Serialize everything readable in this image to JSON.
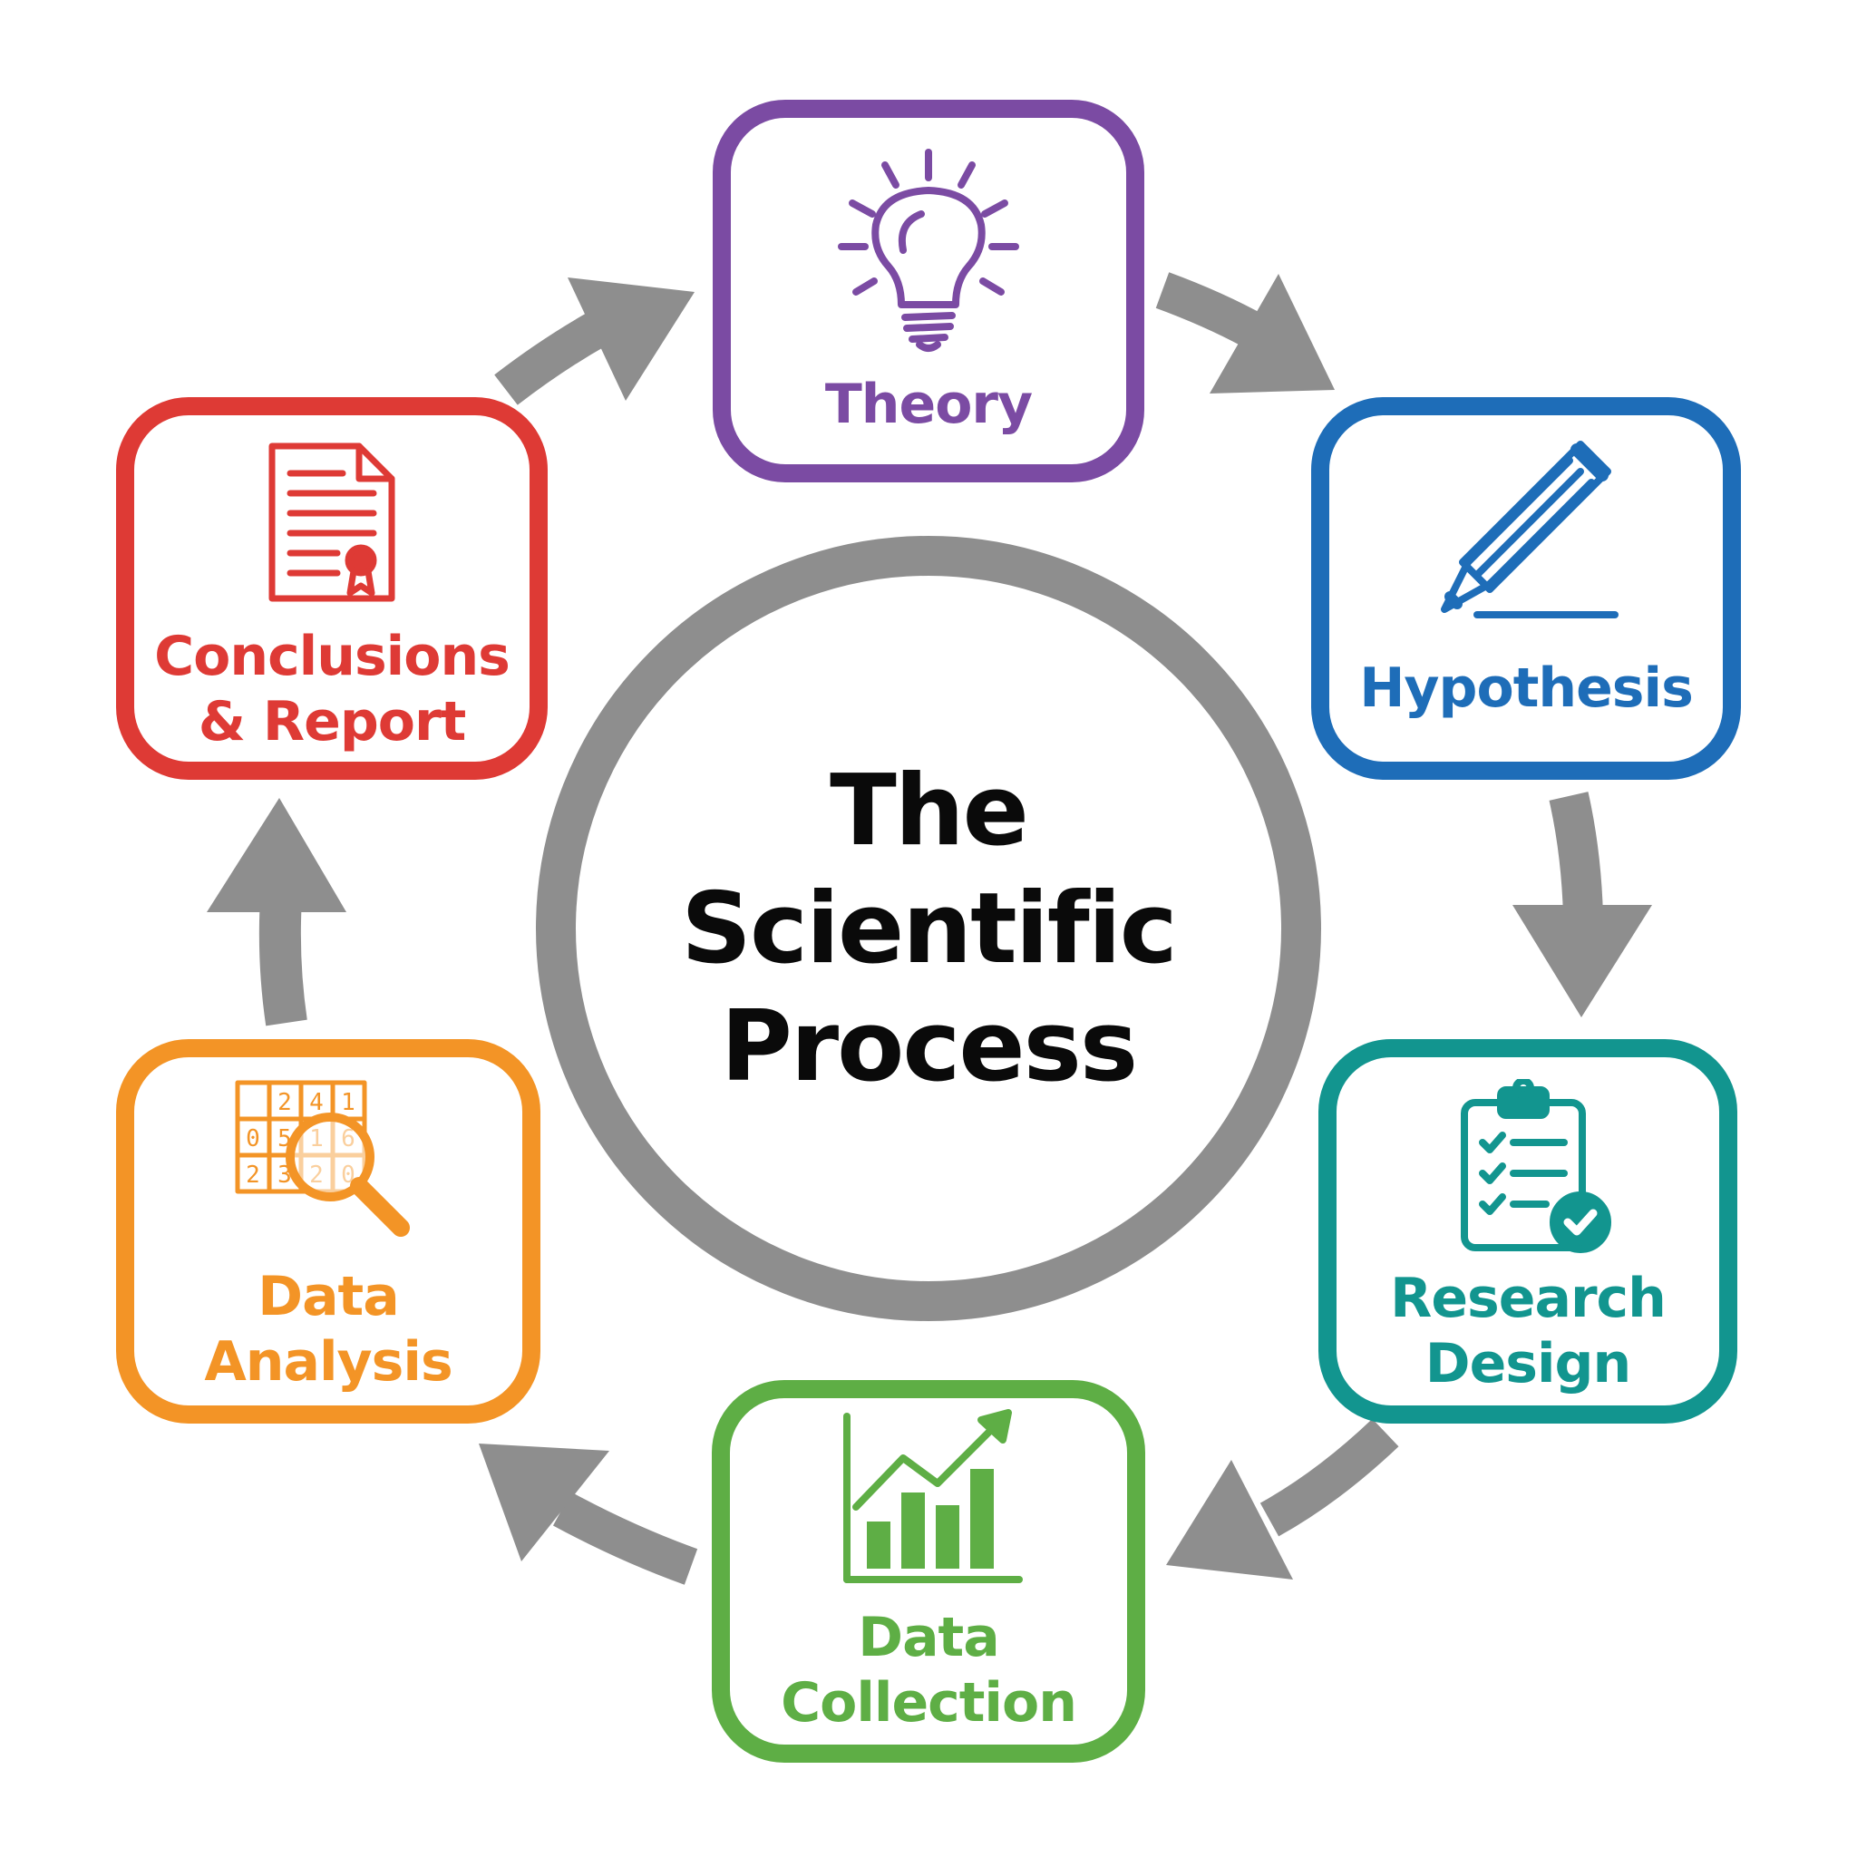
{
  "center": {
    "title_line1": "The",
    "title_line2": "Scientific",
    "title_line3": "Process"
  },
  "steps": [
    {
      "id": "theory",
      "label_line1": "Theory",
      "label_line2": "",
      "color": "#7b4ba3",
      "icon": "lightbulb-icon"
    },
    {
      "id": "hypothesis",
      "label_line1": "Hypothesis",
      "label_line2": "",
      "color": "#1e6db8",
      "icon": "pencil-icon"
    },
    {
      "id": "research-design",
      "label_line1": "Research",
      "label_line2": "Design",
      "color": "#12958f",
      "icon": "clipboard-checklist-icon"
    },
    {
      "id": "data-collection",
      "label_line1": "Data",
      "label_line2": "Collection",
      "color": "#5eae45",
      "icon": "bar-chart-trend-icon"
    },
    {
      "id": "data-analysis",
      "label_line1": "Data",
      "label_line2": "Analysis",
      "color": "#f39426",
      "icon": "magnifier-grid-icon"
    },
    {
      "id": "conclusions-report",
      "label_line1": "Conclusions",
      "label_line2": "& Report",
      "color": "#de3a35",
      "icon": "certificate-document-icon"
    }
  ],
  "analysis_grid_digits": [
    "2",
    "4",
    "1",
    "0",
    "5",
    "1",
    "6",
    "2",
    "3",
    "2",
    "0"
  ],
  "arrow_color": "#8e8e8e",
  "circle_color": "#8e8e8e",
  "title_color": "#0a0a0a"
}
